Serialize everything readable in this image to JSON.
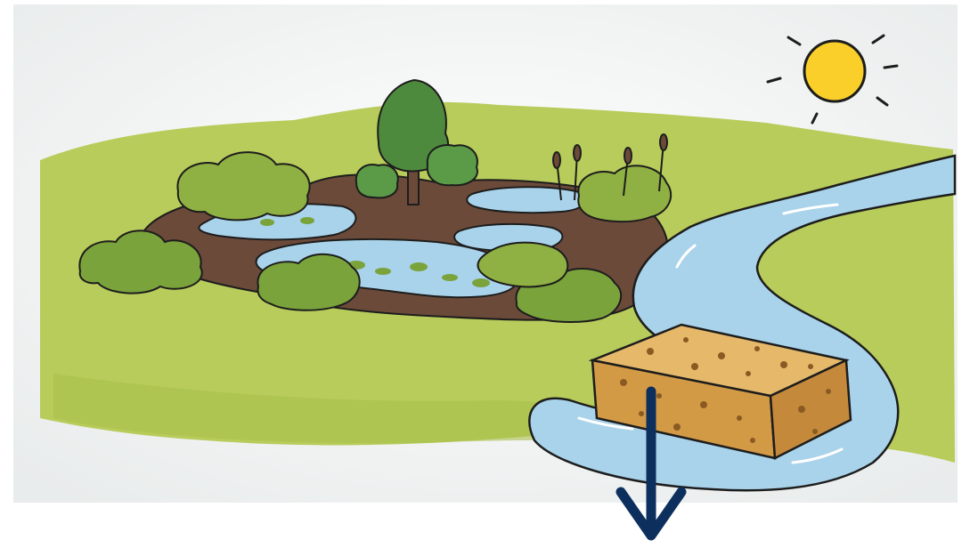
{
  "scene": {
    "illustration": "wetland-sponge-illustration",
    "elements": [
      "sun-icon",
      "grass-field",
      "mud-patch",
      "wetland-pools",
      "tree",
      "shrubs",
      "cattails",
      "river",
      "sponge",
      "down-arrow-icon"
    ]
  },
  "colors": {
    "sky": "#f1f3f3",
    "grass": "#b7cc5a",
    "grass_dark": "#8fa63a",
    "mud": "#6b4a3a",
    "water": "#a9d3ea",
    "water_edge": "#7fb8d8",
    "tree": "#4e8a3e",
    "shrub": "#7aa33c",
    "sun": "#fbcf2a",
    "sponge_top": "#e5b86a",
    "sponge_side": "#d39a46",
    "arrow": "#0c2f5e",
    "outline": "#1d1d1d"
  }
}
